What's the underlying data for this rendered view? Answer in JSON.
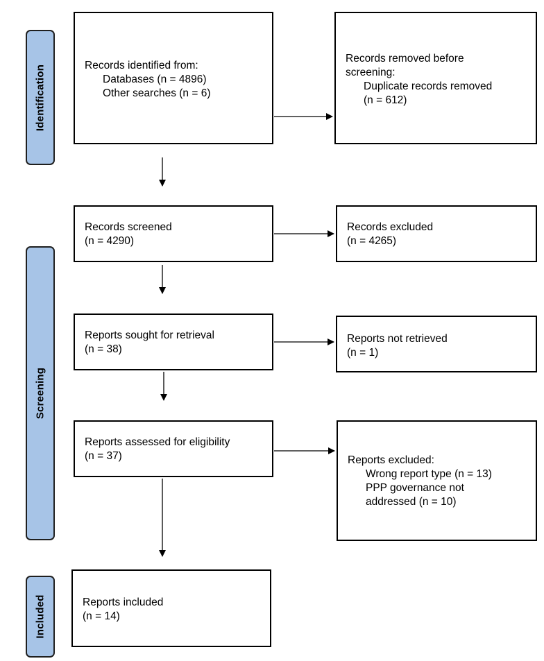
{
  "phases": {
    "identification": "Identification",
    "screening": "Screening",
    "included": "Included"
  },
  "boxes": {
    "records_identified": {
      "title": "Records identified from:",
      "databases": "Databases (n = 4896)",
      "other": "Other searches (n = 6)"
    },
    "records_removed": {
      "title_1": "Records removed before",
      "title_2": "screening:",
      "detail_1": "Duplicate records removed",
      "detail_2": "(n = 612)"
    },
    "records_screened": {
      "title": "Records screened",
      "count": "(n = 4290)"
    },
    "records_excluded": {
      "title": "Records excluded",
      "count": "(n = 4265)"
    },
    "reports_sought": {
      "title": "Reports sought for retrieval",
      "count": "(n = 38)"
    },
    "reports_not_retrieved": {
      "title": "Reports not retrieved",
      "count": "(n = 1)"
    },
    "reports_assessed": {
      "title": "Reports assessed for eligibility",
      "count": "(n = 37)"
    },
    "reports_excluded": {
      "title": "Reports excluded:",
      "reason_1": "Wrong report type (n = 13)",
      "reason_2_line1": "PPP governance not",
      "reason_2_line2": "addressed (n = 10)"
    },
    "reports_included": {
      "title": "Reports included",
      "count": "(n = 14)"
    }
  }
}
